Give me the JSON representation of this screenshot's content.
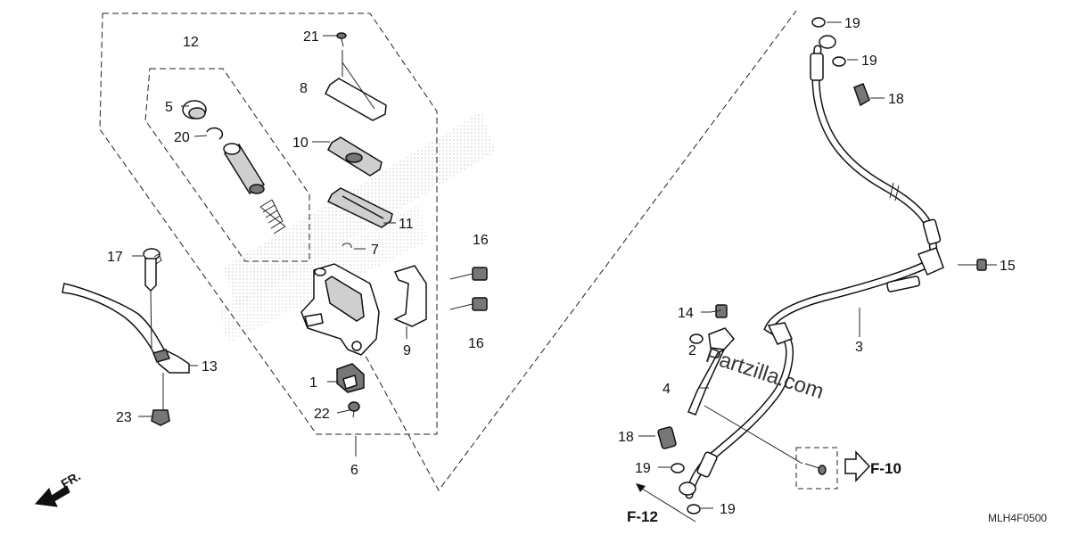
{
  "diagram": {
    "callouts": {
      "c1": "1",
      "c2": "2",
      "c3": "3",
      "c4": "4",
      "c5": "5",
      "c6": "6",
      "c7": "7",
      "c8": "8",
      "c9": "9",
      "c10": "10",
      "c11": "11",
      "c12": "12",
      "c13": "13",
      "c14": "14",
      "c15": "15",
      "c16a": "16",
      "c16b": "16",
      "c17": "17",
      "c18a": "18",
      "c18b": "18",
      "c19a": "19",
      "c19b": "19",
      "c19c": "19",
      "c19d": "19",
      "c20": "20",
      "c21": "21",
      "c22": "22",
      "c23": "23"
    },
    "references": {
      "f10": "F-10",
      "f12": "F-12"
    },
    "direction_label": "FR.",
    "watermark": "Partzilla.com",
    "diagram_code": "MLH4F0500"
  }
}
